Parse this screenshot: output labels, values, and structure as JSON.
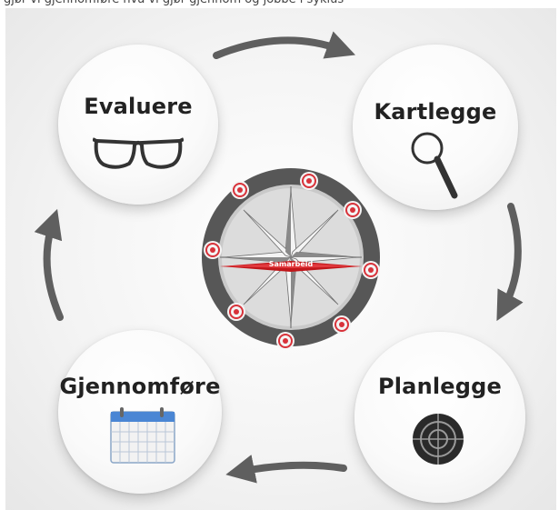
{
  "top_text": "gjør vi gjennomføre hva vi gjør gjennom og jobbe i syklus",
  "nodes": [
    {
      "key": "evaluere",
      "label": "Evaluere",
      "icon": "glasses-icon"
    },
    {
      "key": "kartlegge",
      "label": "Kartlegge",
      "icon": "magnifier-icon"
    },
    {
      "key": "planlegge",
      "label": "Planlegge",
      "icon": "target-icon"
    },
    {
      "key": "gjennomfore",
      "label": "Gjennomføre",
      "icon": "calendar-icon"
    }
  ],
  "center": {
    "label": "Samarbeid",
    "icon": "compass-rose-icon"
  },
  "colors": {
    "arrow": "#5f5f5f",
    "center_band": "#c0161a",
    "target_red": "#d8323a",
    "dial": "#5c5c5c"
  }
}
